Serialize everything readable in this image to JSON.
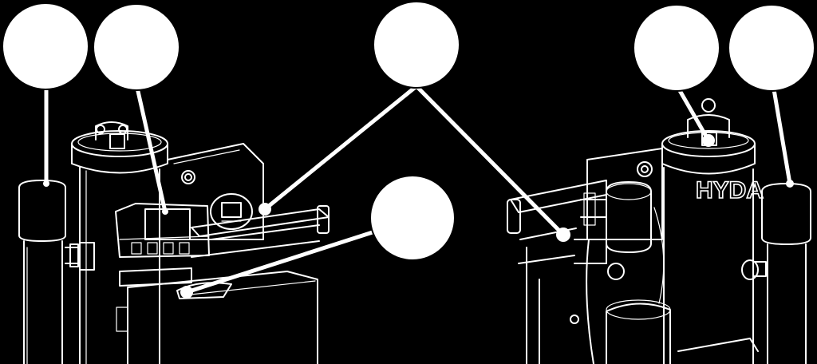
{
  "diagram": {
    "background_color": "#000000",
    "line_color": "#ffffff",
    "callout_count": 6,
    "brand_text": "HYDA",
    "callouts": [
      {
        "id": "callout-1",
        "label": ""
      },
      {
        "id": "callout-2",
        "label": ""
      },
      {
        "id": "callout-3",
        "label": ""
      },
      {
        "id": "callout-4",
        "label": ""
      },
      {
        "id": "callout-5",
        "label": ""
      },
      {
        "id": "callout-6",
        "label": ""
      }
    ]
  }
}
